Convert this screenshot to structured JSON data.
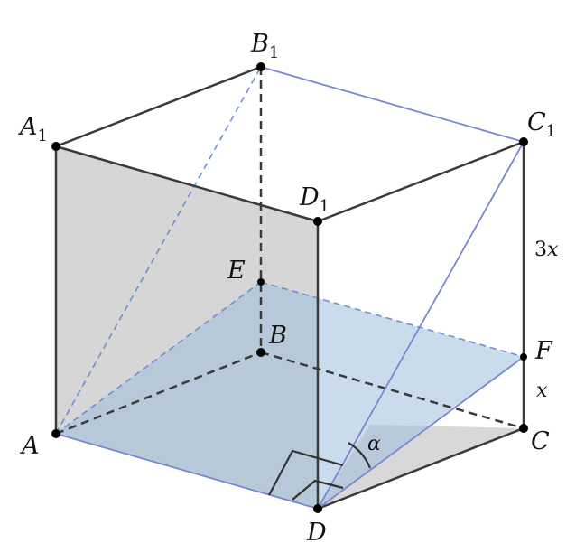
{
  "vertices": {
    "A": {
      "letter": "A",
      "sub": ""
    },
    "B": {
      "letter": "B",
      "sub": ""
    },
    "C": {
      "letter": "C",
      "sub": ""
    },
    "D": {
      "letter": "D",
      "sub": ""
    },
    "A1": {
      "letter": "A",
      "sub": "1"
    },
    "B1": {
      "letter": "B",
      "sub": "1"
    },
    "C1": {
      "letter": "C",
      "sub": "1"
    },
    "D1": {
      "letter": "D",
      "sub": "1"
    },
    "E": {
      "letter": "E",
      "sub": ""
    },
    "F": {
      "letter": "F",
      "sub": ""
    }
  },
  "dimensions": {
    "upper_segment": {
      "coef": "3",
      "var": "x"
    },
    "lower_segment": {
      "coef": "",
      "var": "x"
    }
  },
  "angle_label": "α",
  "colors": {
    "edge": "#3a3a3a",
    "blue_line": "#7b86d0",
    "blue_dashed": "#6f8fd0",
    "gray_face": "#cfcfcf",
    "blue_face": "#aac6df",
    "point": "#000000"
  }
}
